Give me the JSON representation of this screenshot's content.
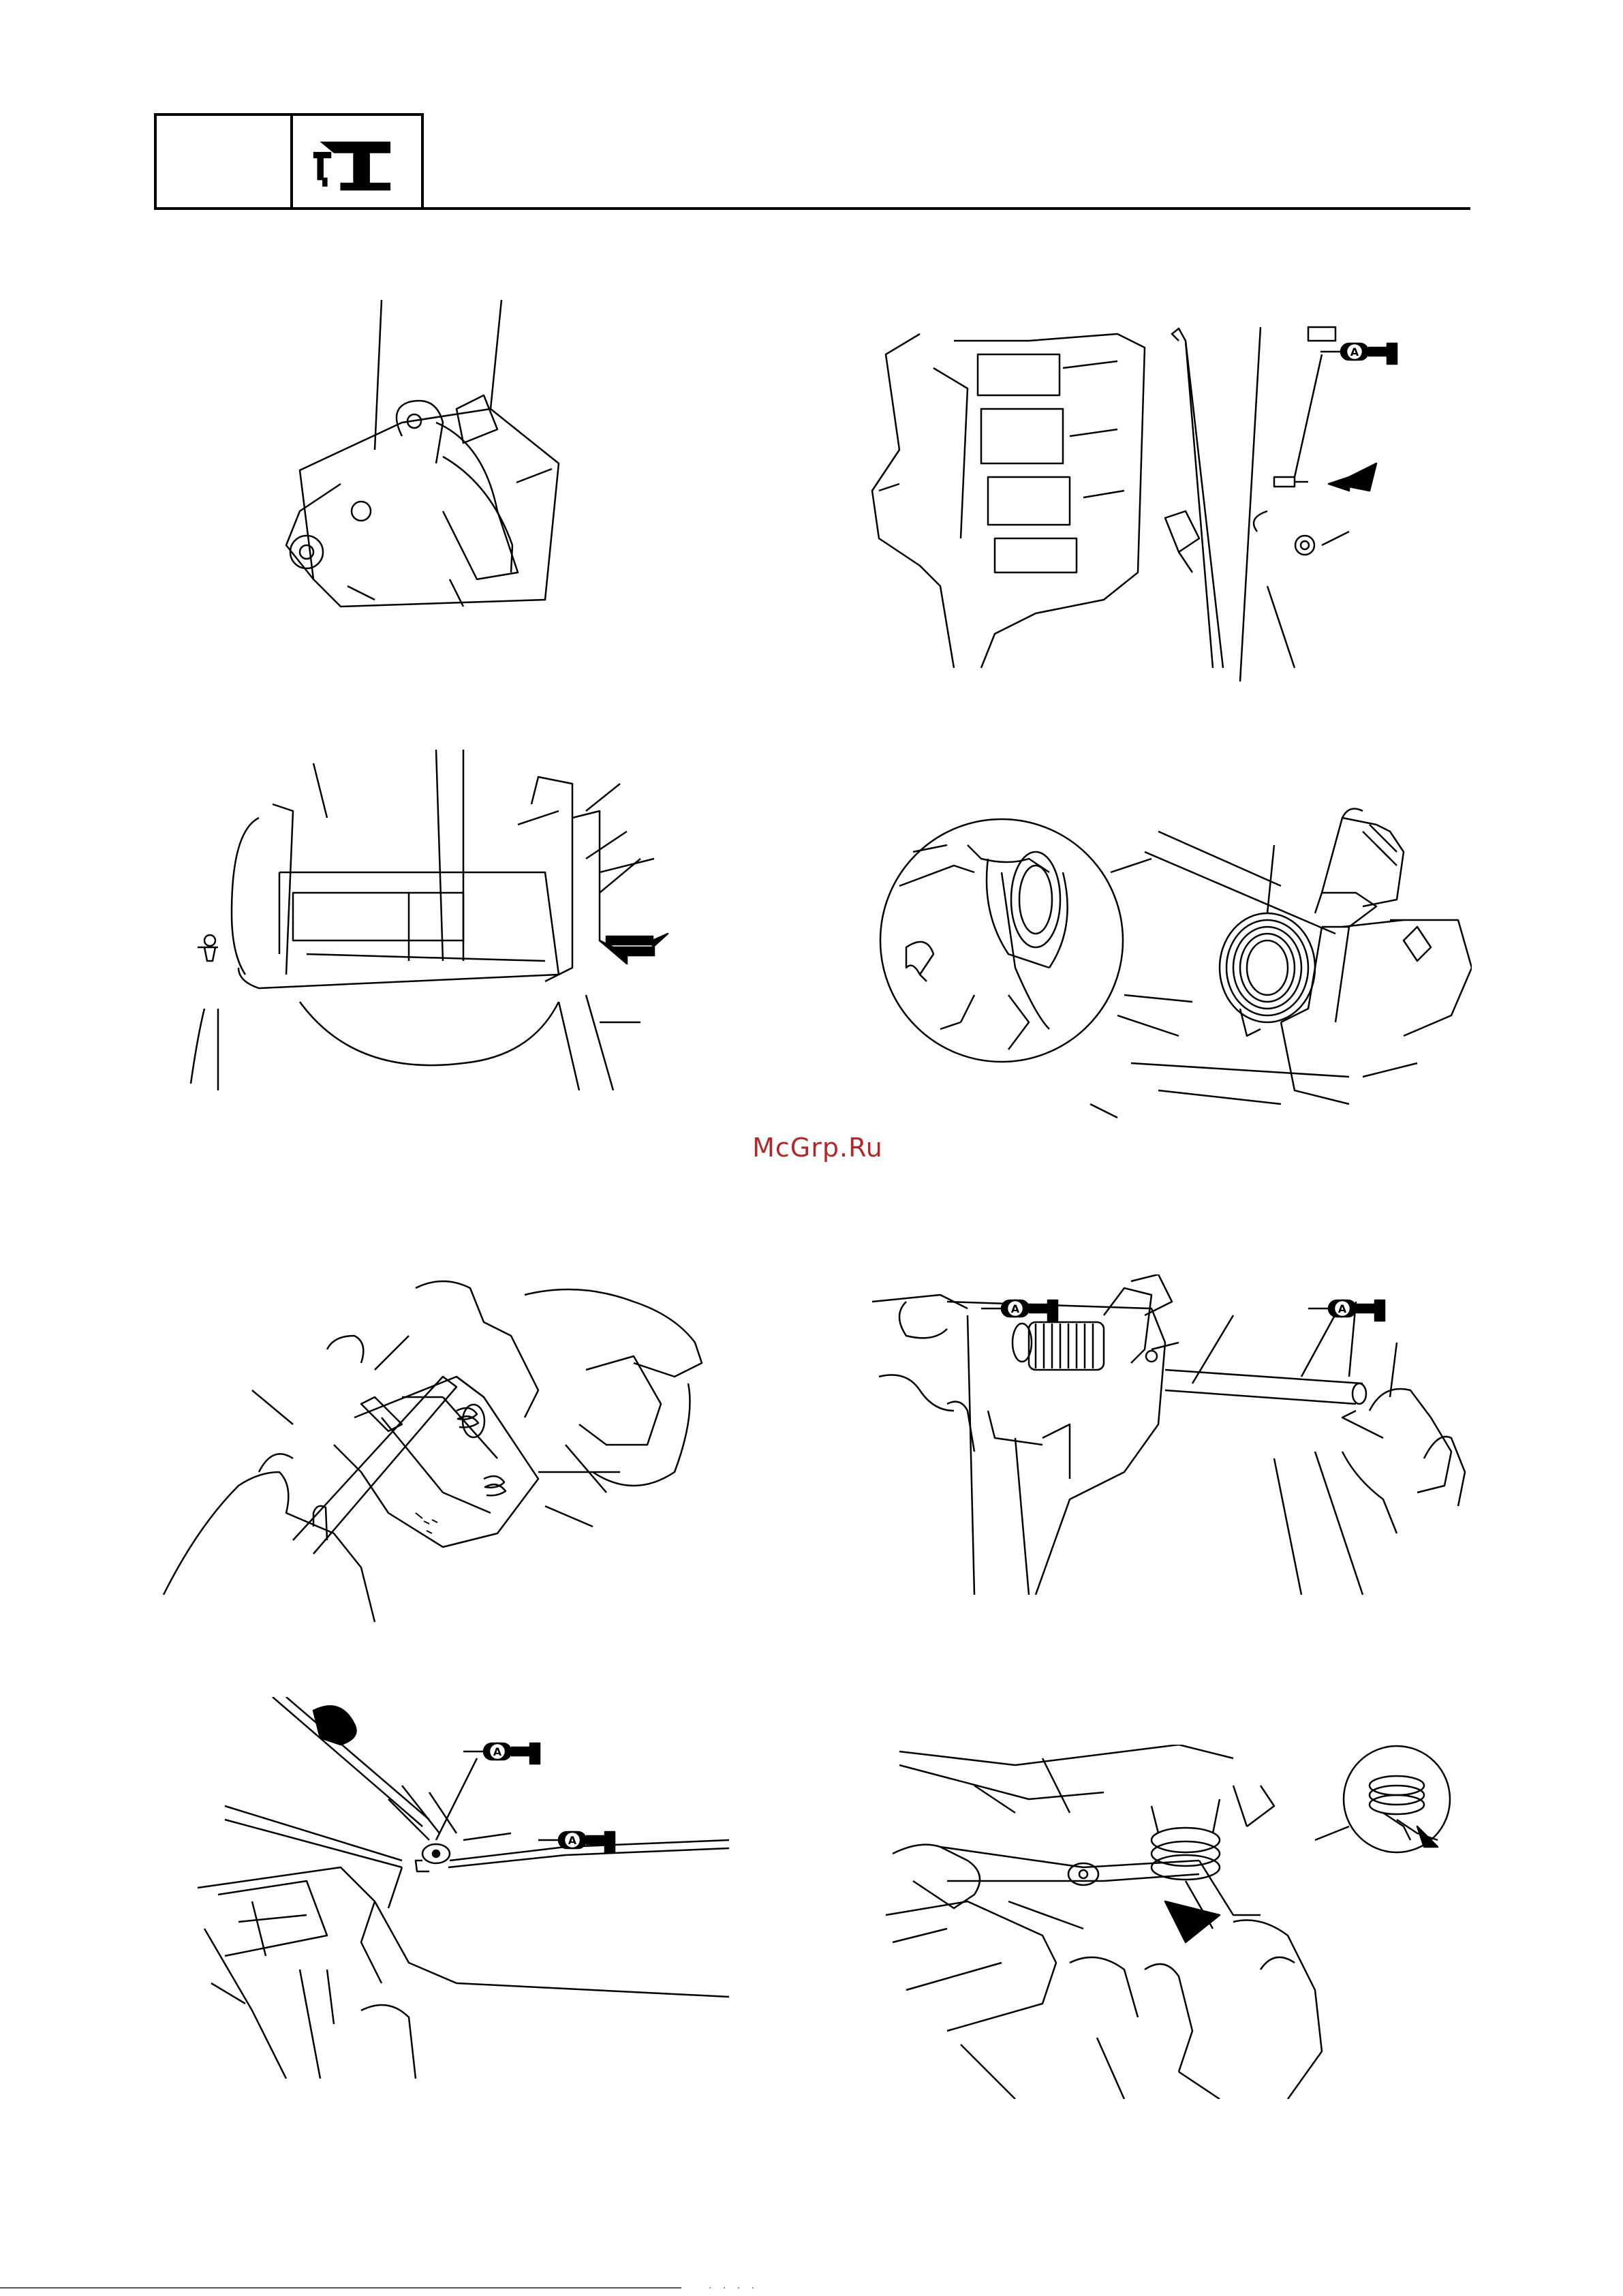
{
  "header": {
    "icon": "hull-bracket-icon"
  },
  "watermark": {
    "text": "McGrp.Ru",
    "color": "#b3262a"
  },
  "lubricant_symbol": {
    "letter": "A"
  },
  "figures": [
    {
      "id": "fig-1",
      "subject": "clamp-bracket-lever"
    },
    {
      "id": "fig-2",
      "subject": "shift-rod-pin-and-clip"
    },
    {
      "id": "fig-3",
      "subject": "swivel-bracket-pin"
    },
    {
      "id": "fig-4",
      "subject": "tilt-lever-spring-detail"
    },
    {
      "id": "fig-5",
      "subject": "spring-installation-hands"
    },
    {
      "id": "fig-6",
      "subject": "shaft-insertion-hands"
    },
    {
      "id": "fig-7",
      "subject": "pliers-on-rod-end"
    },
    {
      "id": "fig-8",
      "subject": "spring-hook-with-pliers"
    }
  ],
  "footer": {
    "marks": "· ·  · ·"
  }
}
